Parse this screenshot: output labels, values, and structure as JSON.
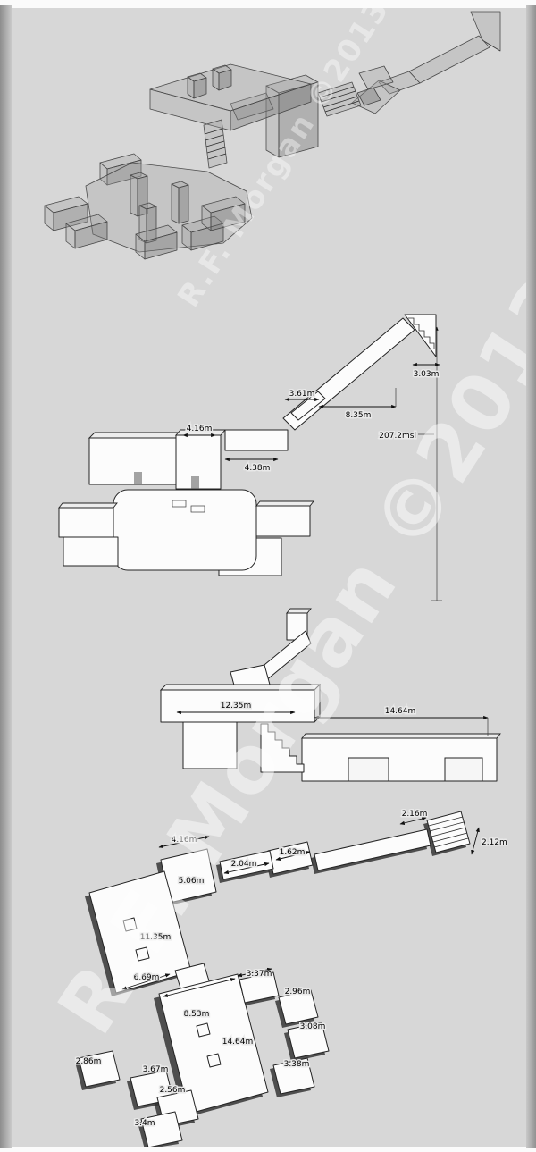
{
  "watermark": {
    "text": "R.F. Morgan ©2013"
  },
  "colors": {
    "background": "#d7d7d7",
    "structure_fill": "#fcfcfc",
    "line": "#1c1c1c",
    "plan_shadow": "#2f2f2f",
    "watermark": "rgba(255,255,255,0.48)"
  },
  "views": {
    "long_section": {
      "dims": {
        "d303": "3.03m",
        "d361": "3.61m",
        "d835": "8.35m",
        "d416": "4.16m",
        "d438": "4.38m",
        "msl": "207.2msl"
      }
    },
    "cross_section": {
      "dims": {
        "d1235": "12.35m",
        "d1464": "14.64m"
      }
    },
    "plan": {
      "dims": {
        "d216": "2.16m",
        "d212": "2.12m",
        "d416": "4.16m",
        "d162": "1.62m",
        "d204": "2.04m",
        "d506": "5.06m",
        "d1135": "11.35m",
        "d669": "6.69m",
        "d337": "3.37m",
        "d296": "2.96m",
        "d853": "8.53m",
        "d308": "3.08m",
        "d1464": "14.64m",
        "d338": "3.38m",
        "d286": "2.86m",
        "d367": "3.67m",
        "d256": "2.56m",
        "d34": "3.4m"
      }
    }
  }
}
